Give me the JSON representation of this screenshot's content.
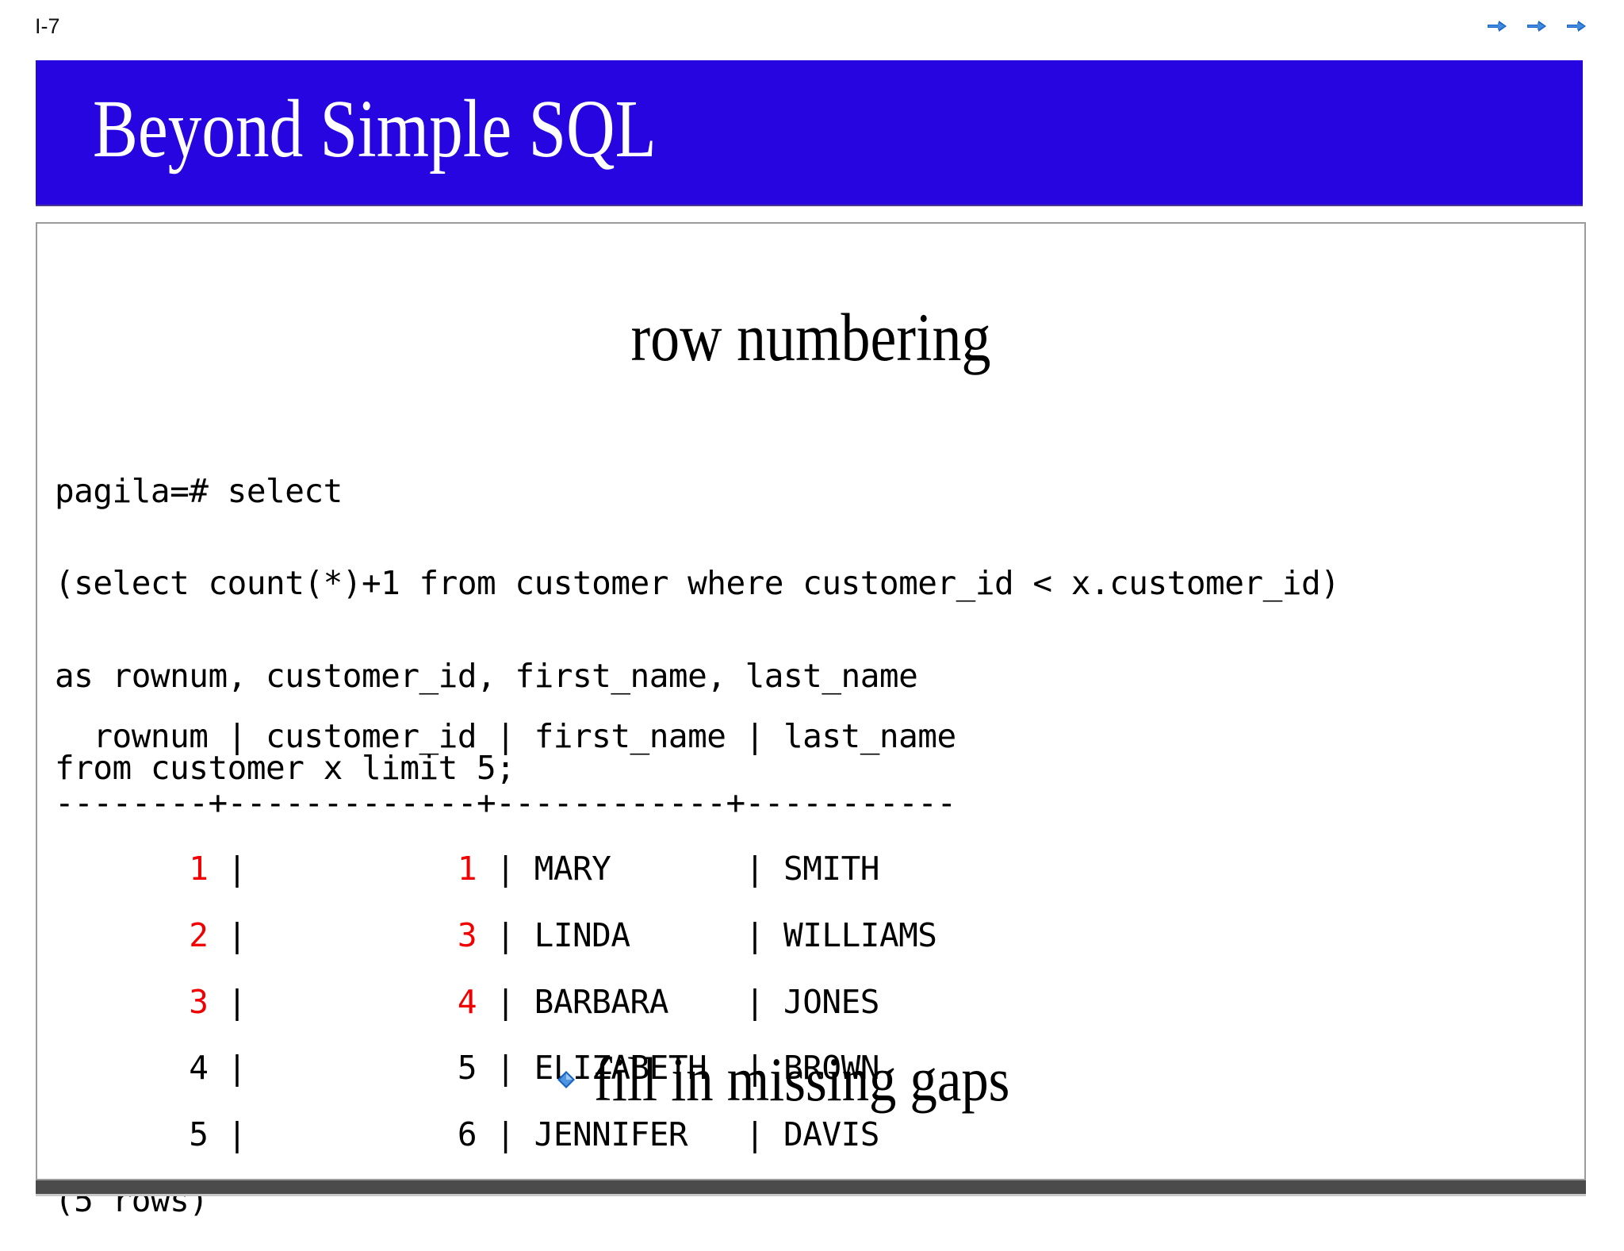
{
  "page": {
    "number_label": "I-7",
    "banner_color": "#2705E0",
    "highlight_color": "#F00000",
    "frame_border_color": "#9B9B9B",
    "bottom_bar_color": "#4B4B4B"
  },
  "top_nav": {
    "arrows": [
      {
        "name": "nav-arrow-1",
        "icon": "arrow-right-icon"
      },
      {
        "name": "nav-arrow-2",
        "icon": "arrow-right-icon"
      },
      {
        "name": "nav-arrow-3",
        "icon": "arrow-right-icon"
      }
    ]
  },
  "title": "Beyond Simple SQL",
  "section_heading": "row numbering",
  "query": {
    "lines": [
      "pagila=# select",
      "(select count(*)+1 from customer where customer_id < x.customer_id)",
      "as rownum, customer_id, first_name, last_name",
      "from customer x limit 5;"
    ]
  },
  "result_table": {
    "columns": [
      "rownum",
      "customer_id",
      "first_name",
      "last_name"
    ],
    "header_line": "  rownum | customer_id | first_name | last_name ",
    "separator_line": "--------+-------------+------------+-----------",
    "rows": [
      {
        "rownum": "1",
        "customer_id": "1",
        "first_name": "MARY",
        "last_name": "SMITH",
        "rownum_highlighted": true,
        "customer_id_highlighted": true
      },
      {
        "rownum": "2",
        "customer_id": "3",
        "first_name": "LINDA",
        "last_name": "WILLIAMS",
        "rownum_highlighted": true,
        "customer_id_highlighted": true
      },
      {
        "rownum": "3",
        "customer_id": "4",
        "first_name": "BARBARA",
        "last_name": "JONES",
        "rownum_highlighted": true,
        "customer_id_highlighted": true
      },
      {
        "rownum": "4",
        "customer_id": "5",
        "first_name": "ELIZABETH",
        "last_name": "BROWN",
        "rownum_highlighted": false,
        "customer_id_highlighted": false
      },
      {
        "rownum": "5",
        "customer_id": "6",
        "first_name": "JENNIFER",
        "last_name": "DAVIS",
        "rownum_highlighted": false,
        "customer_id_highlighted": false
      }
    ],
    "row_count_label": "(5 rows)"
  },
  "bullet": {
    "icon": "diamond-bullet-icon",
    "text": "fill in missing gaps"
  }
}
